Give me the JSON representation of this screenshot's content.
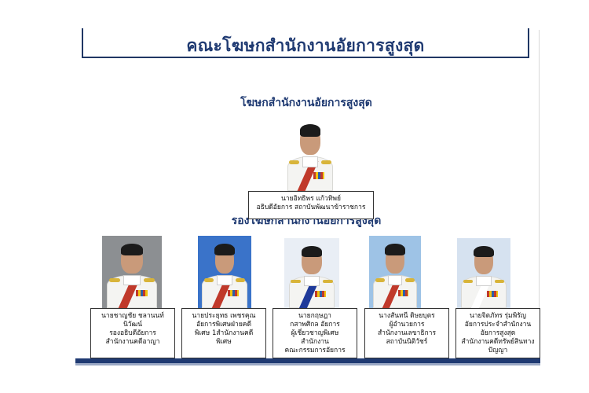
{
  "header": {
    "title": "คณะโฆษกสำนักงานอัยการสูงสุด"
  },
  "main_section": {
    "title": "โฆษกสำนักงานอัยการสูงสุด",
    "person": {
      "photo_bg": "#ffffff",
      "sash_color": "#c0392b",
      "lines": [
        "นายอิทธิพร แก้วทิพย์",
        "อธิบดีอัยการ สถาบันพัฒนาข้าราชการ"
      ]
    }
  },
  "deputy_section": {
    "title": "รองโฆษกสำนักงานอัยการสูงสุด",
    "people": [
      {
        "photo_bg": "#8c8f92",
        "sash_color": "#c0392b",
        "lines": [
          "นายชาญชัย ชลานนท์",
          "นิวัฒน์",
          "รองอธิบดีอัยการ",
          "สำนักงานคดีอาญา"
        ]
      },
      {
        "photo_bg": "#3a73c9",
        "sash_color": "#c0392b",
        "lines": [
          "นายประยุทธ เพชรคุณ",
          "อัยการพิเศษฝ่ายคดี",
          "พิเศษ 1สำนักงานคดี",
          "พิเศษ"
        ]
      },
      {
        "photo_bg": "#e9eef5",
        "sash_color": "#1f3a9a",
        "lines": [
          "นายกฤษฎา",
          "กสาพศิกล อัยการ",
          "ผู้เชี่ยวชาญพิเศษ",
          "สำนักงาน",
          "คณะกรรมการอัยการ"
        ]
      },
      {
        "photo_bg": "#9ec3e6",
        "sash_color": "#c0392b",
        "lines": [
          "นางสันทนี ดิษยบุตร",
          "ผู้อำนวยการ",
          "สำนักงานเลขาธิการ",
          "สถาบันนิติวัชร์"
        ]
      },
      {
        "photo_bg": "#d6e2f0",
        "sash_color": "#ffffff",
        "lines": [
          "นายจิตภัทร รุ่มพิรัญ",
          "อัยการประจำสำนักงาน",
          "อัยการสูงสุด",
          "สำนักงานคดีทรัพย์สินทาง",
          "ปัญญา"
        ]
      }
    ]
  }
}
